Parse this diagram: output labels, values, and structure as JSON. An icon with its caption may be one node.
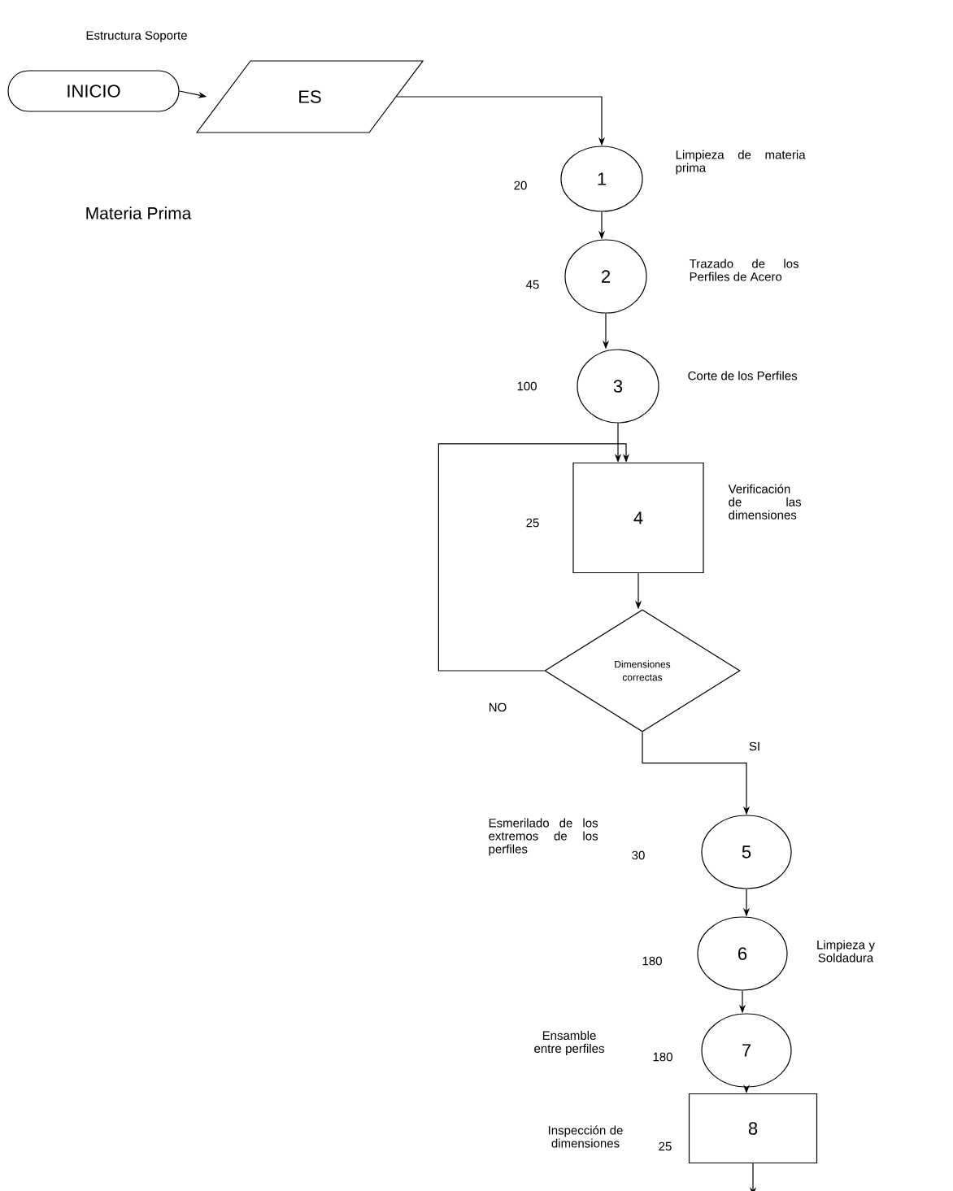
{
  "diagram": {
    "nodes": [
      {
        "text": [
          "INICIO"
        ]
      },
      {
        "text": [
          "ES"
        ]
      },
      {
        "text": [
          "1"
        ],
        "beside": [
          "20",
          "Limpieza de materia prima"
        ]
      },
      {
        "text": [
          "2"
        ],
        "beside": [
          "45",
          "Trazado de los Perfiles de Acero"
        ]
      },
      {
        "text": [
          "3"
        ],
        "beside": [
          "100",
          "Corte de los Perfiles"
        ]
      },
      {
        "text": [
          "4"
        ],
        "beside": [
          "25",
          "Verificación de las dimensiones"
        ]
      },
      {
        "text": [
          "Dimensiones correctas"
        ]
      },
      {
        "text": [
          "5"
        ],
        "beside": [
          "Esmerilado de los extremos de los perfiles",
          "30"
        ]
      },
      {
        "text": [
          "6"
        ],
        "beside": [
          "180",
          "Limpieza y Soldadura"
        ]
      },
      {
        "text": [
          "7"
        ],
        "beside": [
          "Ensamble entre perfiles",
          "180"
        ]
      },
      {
        "text": [
          "8"
        ],
        "beside": [
          "Inspección de dimensiones",
          "25"
        ]
      }
    ],
    "edges": [
      {
        "from": 0,
        "to": 1,
        "arrow": "to"
      },
      {
        "from": 1,
        "to": 2,
        "arrow": "to"
      },
      {
        "from": 2,
        "to": 3,
        "arrow": "to"
      },
      {
        "from": 3,
        "to": 4,
        "arrow": "to"
      },
      {
        "from": 4,
        "to": 5,
        "arrow": "to"
      },
      {
        "from": 5,
        "to": 6,
        "arrow": "to"
      },
      {
        "from": 6,
        "to": 5,
        "arrow": "to",
        "label": "NO"
      },
      {
        "from": 6,
        "to": 7,
        "arrow": "to",
        "label": "SI"
      },
      {
        "from": 7,
        "to": 8,
        "arrow": "to"
      },
      {
        "from": 8,
        "to": 9,
        "arrow": "to"
      },
      {
        "from": 9,
        "to": 10,
        "arrow": "to"
      },
      {
        "from": 10,
        "to": null,
        "arrow": "to"
      }
    ],
    "labels": [
      "Estructura Soporte",
      "Materia Prima"
    ]
  }
}
